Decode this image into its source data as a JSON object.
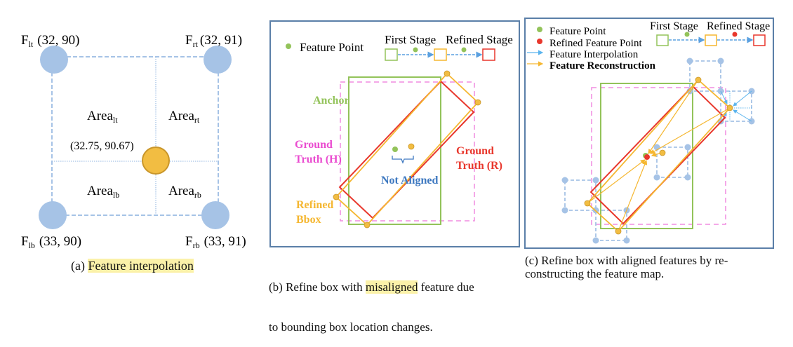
{
  "panel_a": {
    "corners": [
      {
        "id": "lt",
        "name": "F",
        "sub": "lt",
        "coord": "(32,  90)"
      },
      {
        "id": "rt",
        "name": "F",
        "sub": "rt",
        "coord": "(32,  91)"
      },
      {
        "id": "lb",
        "name": "F",
        "sub": "lb",
        "coord": "(33,  90)"
      },
      {
        "id": "rb",
        "name": "F",
        "sub": "rb",
        "coord": "(33,  91)"
      }
    ],
    "areas": [
      {
        "name": "Area",
        "sub": "lt"
      },
      {
        "name": "Area",
        "sub": "rt"
      },
      {
        "name": "Area",
        "sub": "lb"
      },
      {
        "name": "Area",
        "sub": "rb"
      }
    ],
    "sample_point": "(32.75,  90.67)",
    "caption_prefix": "(a) ",
    "caption_highlight": "Feature interpolation"
  },
  "panel_b": {
    "legend": {
      "feature_point": "Feature Point",
      "first_stage": "First Stage",
      "refined_stage": "Refined Stage"
    },
    "labels": {
      "anchor": "Anchor",
      "gt_h_line1": "Ground",
      "gt_h_line2": "Truth (H)",
      "gt_r_line1": "Ground",
      "gt_r_line2": "Truth (R)",
      "not_aligned": "Not Aligned",
      "refined_line1": "Refined",
      "refined_line2": "Bbox"
    },
    "caption_prefix": "(b) Refine box with ",
    "caption_highlight": "misaligned",
    "caption_suffix": " feature due",
    "caption_line2": "to bounding box location changes."
  },
  "panel_c": {
    "legend": {
      "feature_point": "Feature Point",
      "refined_feature_point": "Refined Feature Point",
      "feature_interpolation": "Feature Interpolation",
      "feature_reconstruction": "Feature Reconstruction",
      "first_stage": "First Stage",
      "refined_stage": "Refined Stage"
    },
    "caption_line1": "(c) Refine box with aligned features by re-",
    "caption_line2": "constructing the feature map."
  },
  "colors": {
    "grid_blue": "#a6c3e6",
    "point_orange": "#f2bd42",
    "point_orange_stroke": "#c9962a",
    "anchor_green": "#93c35a",
    "gt_h_pink": "#f08be0",
    "gt_r_red": "#e8372c",
    "refined_orange": "#f5b731",
    "frame_blue": "#5b7fa8",
    "not_aligned_blue": "#3d78c0",
    "highlight": "#fbf1a9"
  }
}
